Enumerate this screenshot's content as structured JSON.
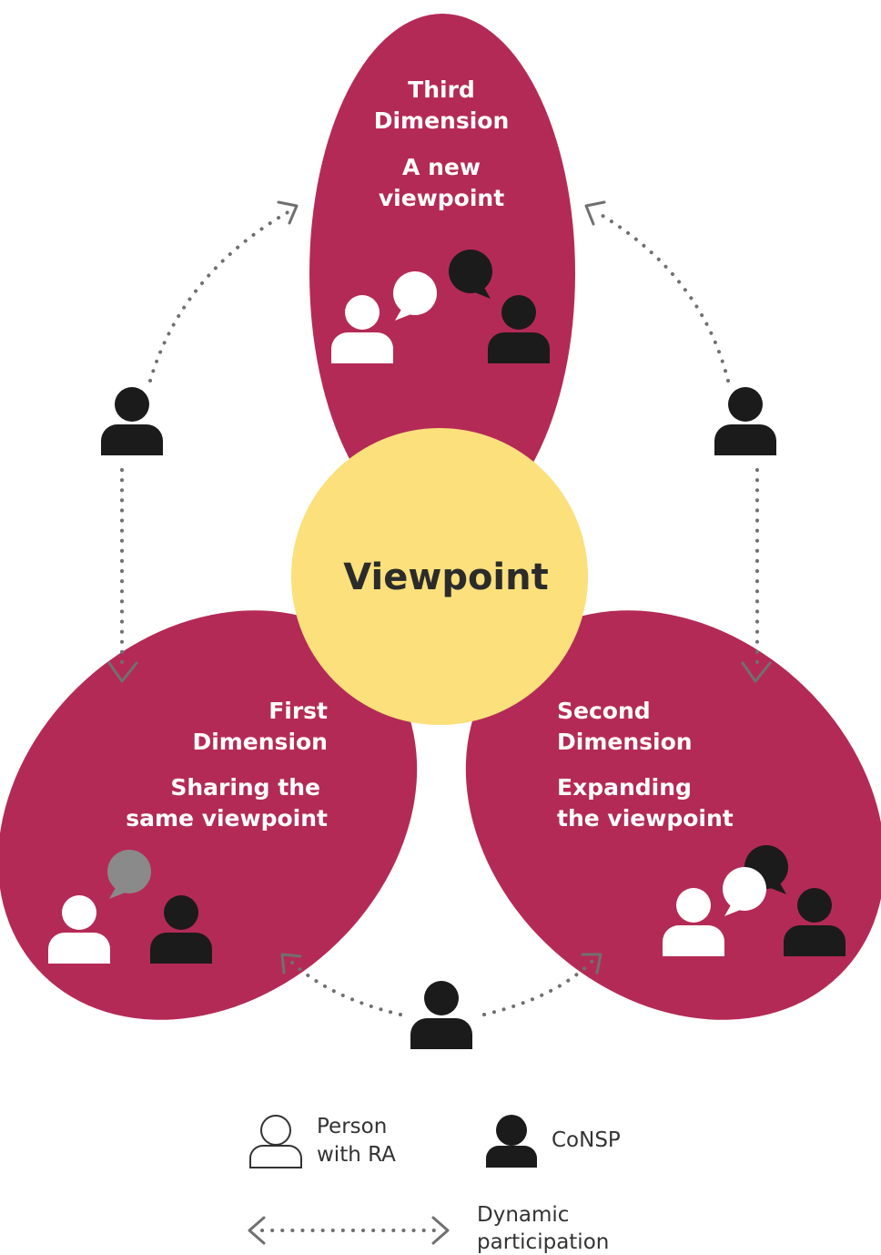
{
  "center": {
    "label": "Viewpoint"
  },
  "dimensions": {
    "third": {
      "title_line1": "Third",
      "title_line2": "Dimension",
      "sub_line1": "A new",
      "sub_line2": "viewpoint"
    },
    "first": {
      "title_line1": "First",
      "title_line2": "Dimension",
      "sub_line1": "Sharing the",
      "sub_line2": "same viewpoint"
    },
    "second": {
      "title_line1": "Second",
      "title_line2": "Dimension",
      "sub_line1": "Expanding",
      "sub_line2": "the viewpoint"
    }
  },
  "legend": {
    "person_ra_line1": "Person",
    "person_ra_line2": "with RA",
    "consp": "CoNSP",
    "dynamic_line1": "Dynamic",
    "dynamic_line2": "participation"
  },
  "colors": {
    "petal": "#b42a57",
    "center": "#fbe07b",
    "person_with_ra": "#ffffff",
    "consp": "#1b1b1b",
    "shared_bubble": "#8a8a8a",
    "dotted_arrow": "#707070"
  },
  "icons": [
    "person-icon",
    "speech-bubble-icon",
    "dotted-double-arrow-icon"
  ]
}
